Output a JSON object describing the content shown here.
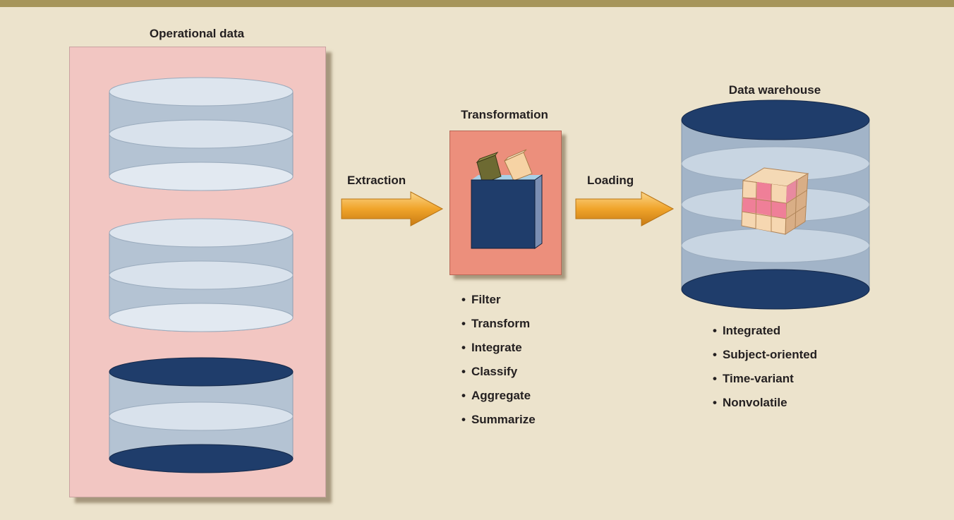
{
  "diagram": {
    "operational": {
      "title": "Operational data",
      "databases": [
        {
          "state": "light"
        },
        {
          "state": "light"
        },
        {
          "state": "dark"
        }
      ]
    },
    "extraction_label": "Extraction",
    "transformation": {
      "title": "Transformation",
      "steps": [
        "Filter",
        "Transform",
        "Integrate",
        "Classify",
        "Aggregate",
        "Summarize"
      ]
    },
    "loading_label": "Loading",
    "warehouse": {
      "title": "Data warehouse",
      "properties": [
        "Integrated",
        "Subject-oriented",
        "Time-variant",
        "Nonvolatile"
      ]
    }
  },
  "colors": {
    "background": "#ece3cc",
    "top_band": "#a6955a",
    "operational_panel": "#f2c6c2",
    "transformation_panel": "#ec8f7c",
    "cylinder_light": "#bccbd9",
    "cylinder_dark": "#1f3d6b",
    "arrow": "#f0a42a",
    "box_front": "#1f3d6b"
  }
}
